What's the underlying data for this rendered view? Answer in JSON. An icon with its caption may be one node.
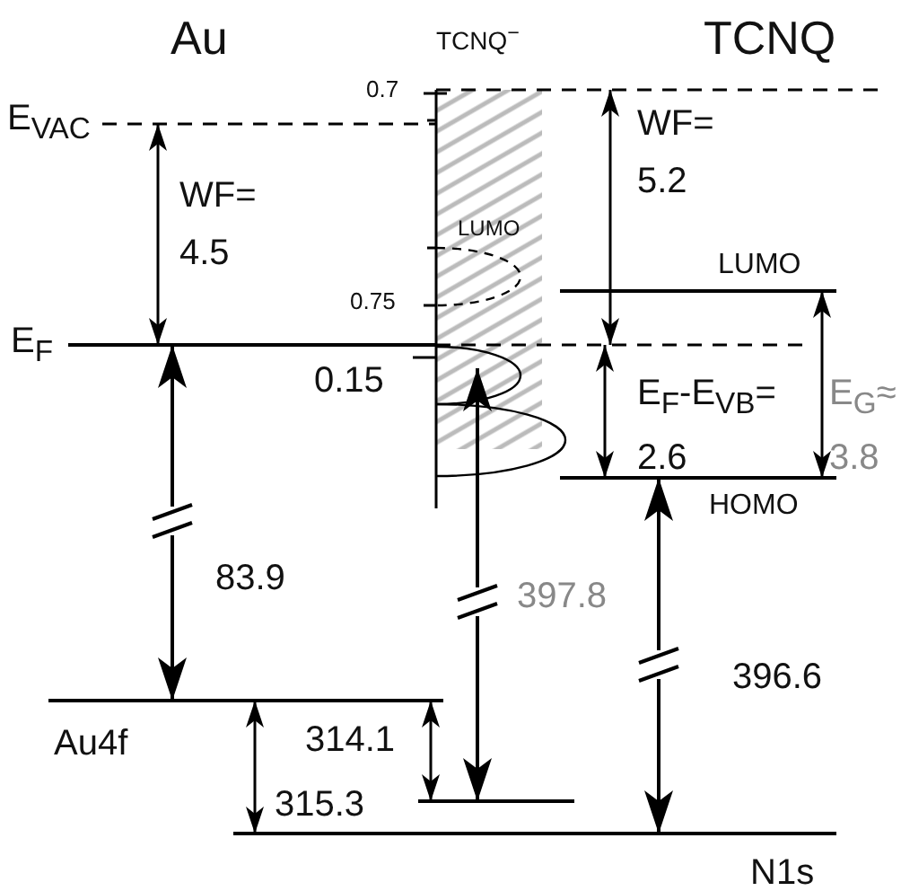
{
  "diagram": {
    "labels": [
      "Au",
      "TCNQ$^{−}$",
      "TCNQ",
      "0.7",
      "E$_{VAC}$",
      "WF= 4.5",
      "WF= 5.2",
      "LUMO",
      "0.75",
      "LUMO",
      "E$_{F}$",
      "0.15",
      "E$_{F}$-E$_{VB}$= 2.6",
      "E$_{G}$≈ 3.8",
      "HOMO",
      "83.9",
      "397.8",
      "396.6",
      "Au4f",
      "314.1",
      "315.3",
      "N1s"
    ]
  }
}
